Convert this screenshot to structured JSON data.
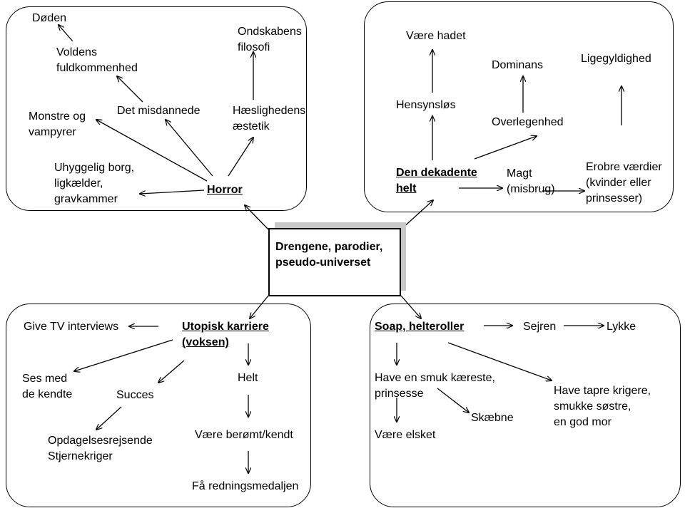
{
  "center": {
    "text": "Drengene, parodier,\npseudo-universet"
  },
  "horror": {
    "hub": "Horror",
    "doeden": "Døden",
    "volden": "Voldens\nfuldkommenhed",
    "ondskab": "Ondskabens\nfilosofi",
    "misdannede": "Det misdannede",
    "haeslighed": "Hæslighedens\næstetik",
    "monstre": "Monstre og\nvampyrer",
    "borg": "Uhyggelig borg,\nligkælder,\ngravkammer"
  },
  "helt": {
    "hub": "Den dekadente\nhelt",
    "hadet": "Være hadet",
    "dominans": "Dominans",
    "ligegyldighed": "Ligegyldighed",
    "hensynslos": "Hensynsløs",
    "overlegenhed": "Overlegenhed",
    "magt": "Magt\n(misbrug)",
    "erobre": "Erobre værdier\n(kvinder eller\nprinsesser)"
  },
  "karriere": {
    "hub": "Utopisk karriere\n(voksen)",
    "tv": "Give TV interviews",
    "kendte": "Ses med\nde kendte",
    "succes": "Succes",
    "helt": "Helt",
    "opdagelse": "Opdagelsesrejsende\nStjernekriger",
    "beroemt": "Være berømt/kendt",
    "medalje": "Få redningsmedaljen"
  },
  "soap": {
    "hub": "Soap, helteroller",
    "sejren": "Sejren",
    "lykke": "Lykke",
    "kaereste": "Have en smuk kæreste,\nprinsesse",
    "krigere": "Have tapre krigere,\nsmukke søstre,\nen god mor",
    "skaebne": "Skæbne",
    "elsket": "Være elsket"
  }
}
